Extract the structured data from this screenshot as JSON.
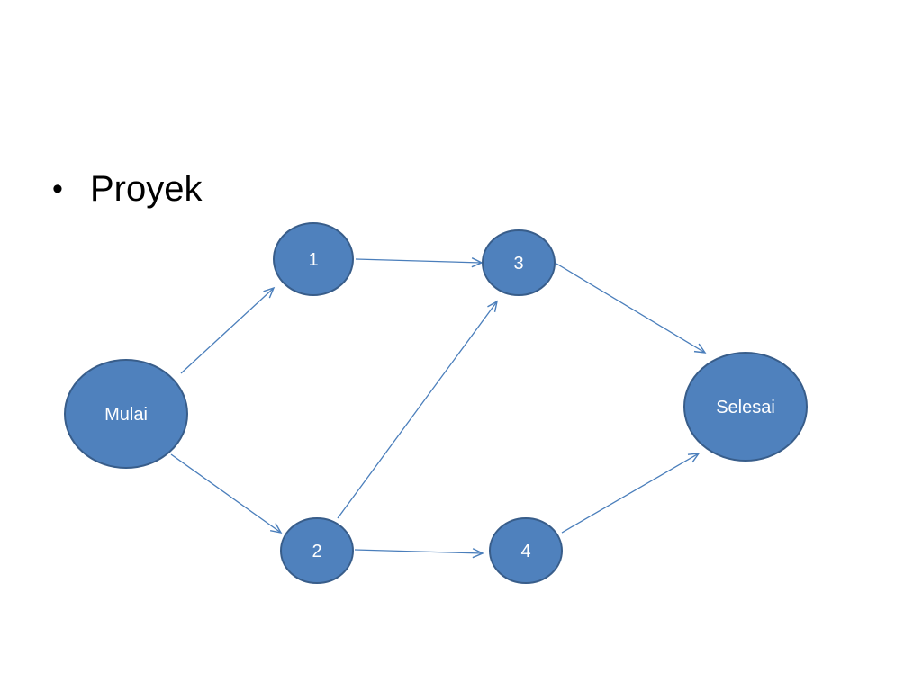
{
  "slide": {
    "bullet_symbol": "•",
    "bullet_text": "Proyek"
  },
  "colors": {
    "node_fill": "#4f81bd",
    "node_stroke": "#385d8a",
    "edge": "#4a7ebb",
    "label": "#ffffff"
  },
  "diagram": {
    "nodes": [
      {
        "id": "mulai",
        "label": "Mulai"
      },
      {
        "id": "n1",
        "label": "1"
      },
      {
        "id": "n2",
        "label": "2"
      },
      {
        "id": "n3",
        "label": "3"
      },
      {
        "id": "n4",
        "label": "4"
      },
      {
        "id": "selesai",
        "label": "Selesai"
      }
    ],
    "edges": [
      {
        "from": "mulai",
        "to": "n1"
      },
      {
        "from": "mulai",
        "to": "n2"
      },
      {
        "from": "n1",
        "to": "n3"
      },
      {
        "from": "n2",
        "to": "n3"
      },
      {
        "from": "n2",
        "to": "n4"
      },
      {
        "from": "n3",
        "to": "selesai"
      },
      {
        "from": "n4",
        "to": "selesai"
      }
    ]
  }
}
